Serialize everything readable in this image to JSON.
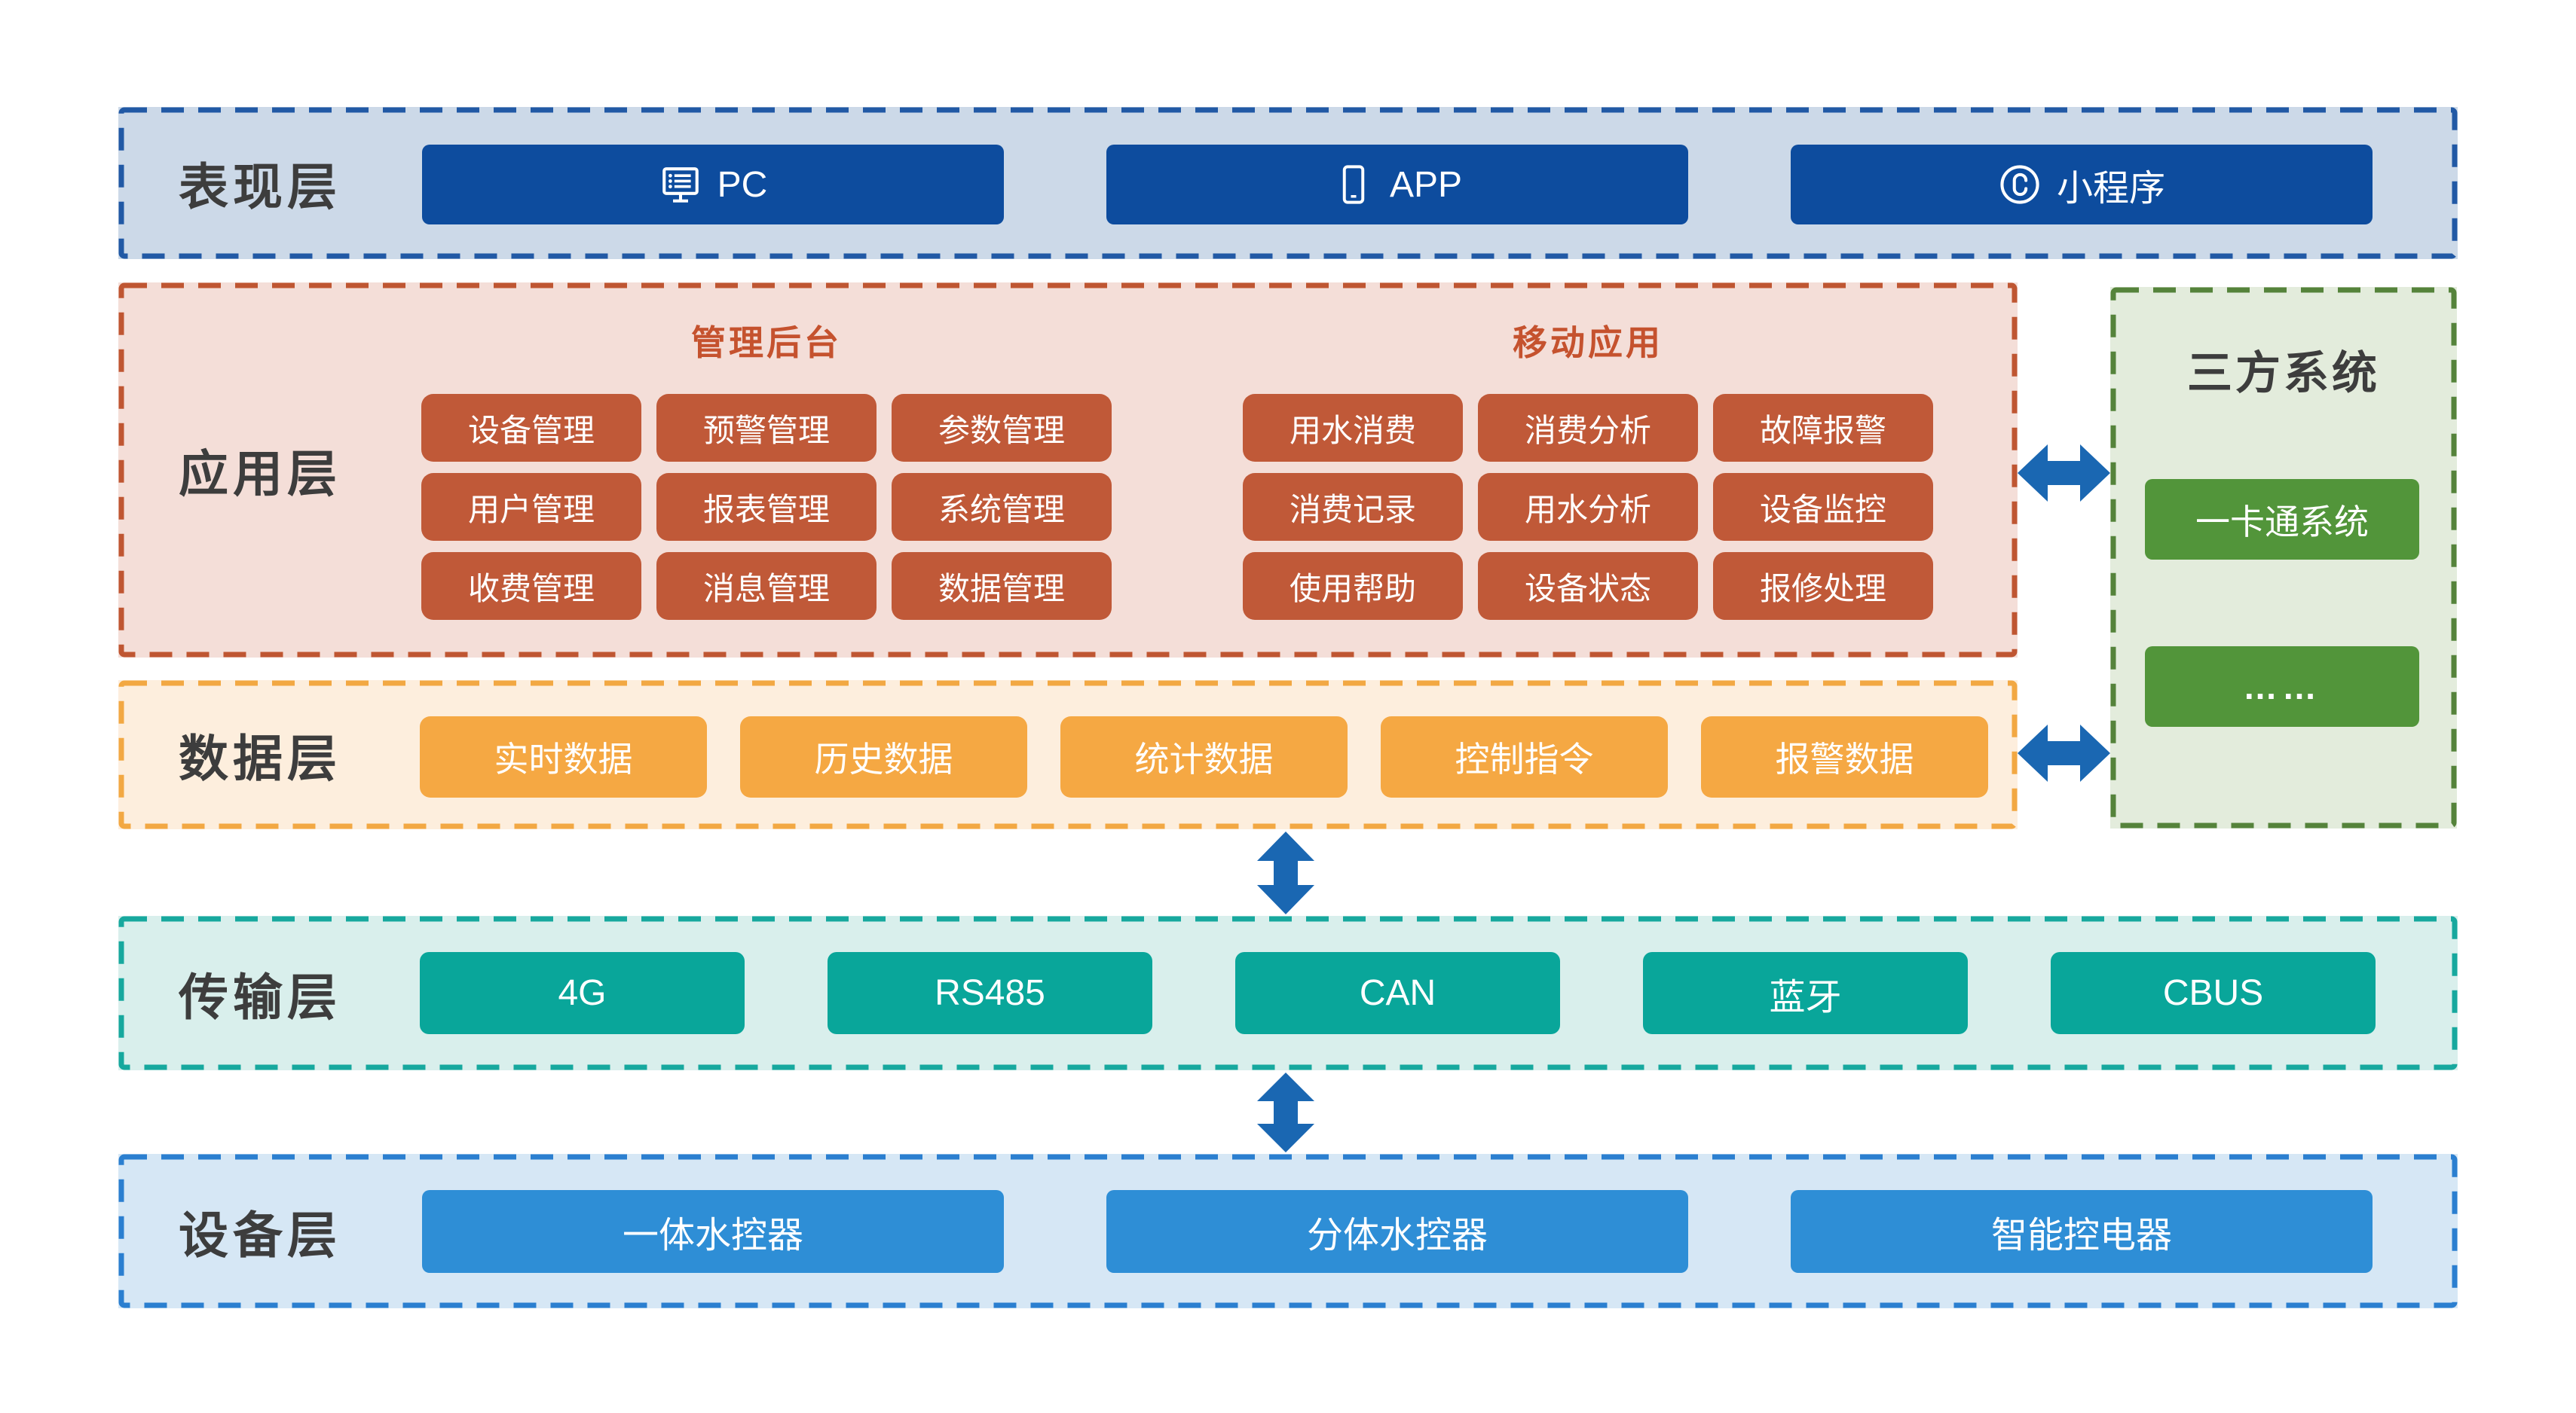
{
  "layers": {
    "presentation": {
      "label": "表现层",
      "buttons": [
        {
          "icon": "monitor-icon",
          "label": "PC"
        },
        {
          "icon": "smartphone-icon",
          "label": "APP"
        },
        {
          "icon": "miniprogram-icon",
          "label": "小程序"
        }
      ]
    },
    "application": {
      "label": "应用层",
      "admin_group": {
        "title": "管理后台",
        "items": [
          "设备管理",
          "预警管理",
          "参数管理",
          "用户管理",
          "报表管理",
          "系统管理",
          "收费管理",
          "消息管理",
          "数据管理"
        ]
      },
      "mobile_group": {
        "title": "移动应用",
        "items": [
          "用水消费",
          "消费分析",
          "故障报警",
          "消费记录",
          "用水分析",
          "设备监控",
          "使用帮助",
          "设备状态",
          "报修处理"
        ]
      }
    },
    "data": {
      "label": "数据层",
      "items": [
        "实时数据",
        "历史数据",
        "统计数据",
        "控制指令",
        "报警数据"
      ]
    },
    "third_party": {
      "title": "三方系统",
      "items": [
        "一卡通系统",
        "……"
      ]
    },
    "transmission": {
      "label": "传输层",
      "items": [
        "4G",
        "RS485",
        "CAN",
        "蓝牙",
        "CBUS"
      ]
    },
    "device": {
      "label": "设备层",
      "items": [
        "一体水控器",
        "分体水控器",
        "智能控电器"
      ]
    }
  },
  "colors": {
    "presentation_bg": "#ccd9e8",
    "presentation_border": "#2159a5",
    "presentation_button": "#0d4c9e",
    "application_bg": "#f4ded8",
    "application_border": "#bf5632",
    "application_button": "#c05938",
    "application_title_text": "#c5522e",
    "data_bg": "#fdeedd",
    "data_border": "#f2a843",
    "data_button": "#f5a843",
    "third_party_bg": "#e3ecdc",
    "third_party_border": "#55833b",
    "third_party_button": "#52953a",
    "transmission_bg": "#d9efec",
    "transmission_border": "#17a89e",
    "transmission_button": "#09a69a",
    "device_bg": "#d6e7f5",
    "device_border": "#2b7fd0",
    "device_button": "#2e8ed6",
    "arrow": "#1a67b2",
    "layer_label_text": "#3d3d3d",
    "button_text": "#ffffff"
  }
}
